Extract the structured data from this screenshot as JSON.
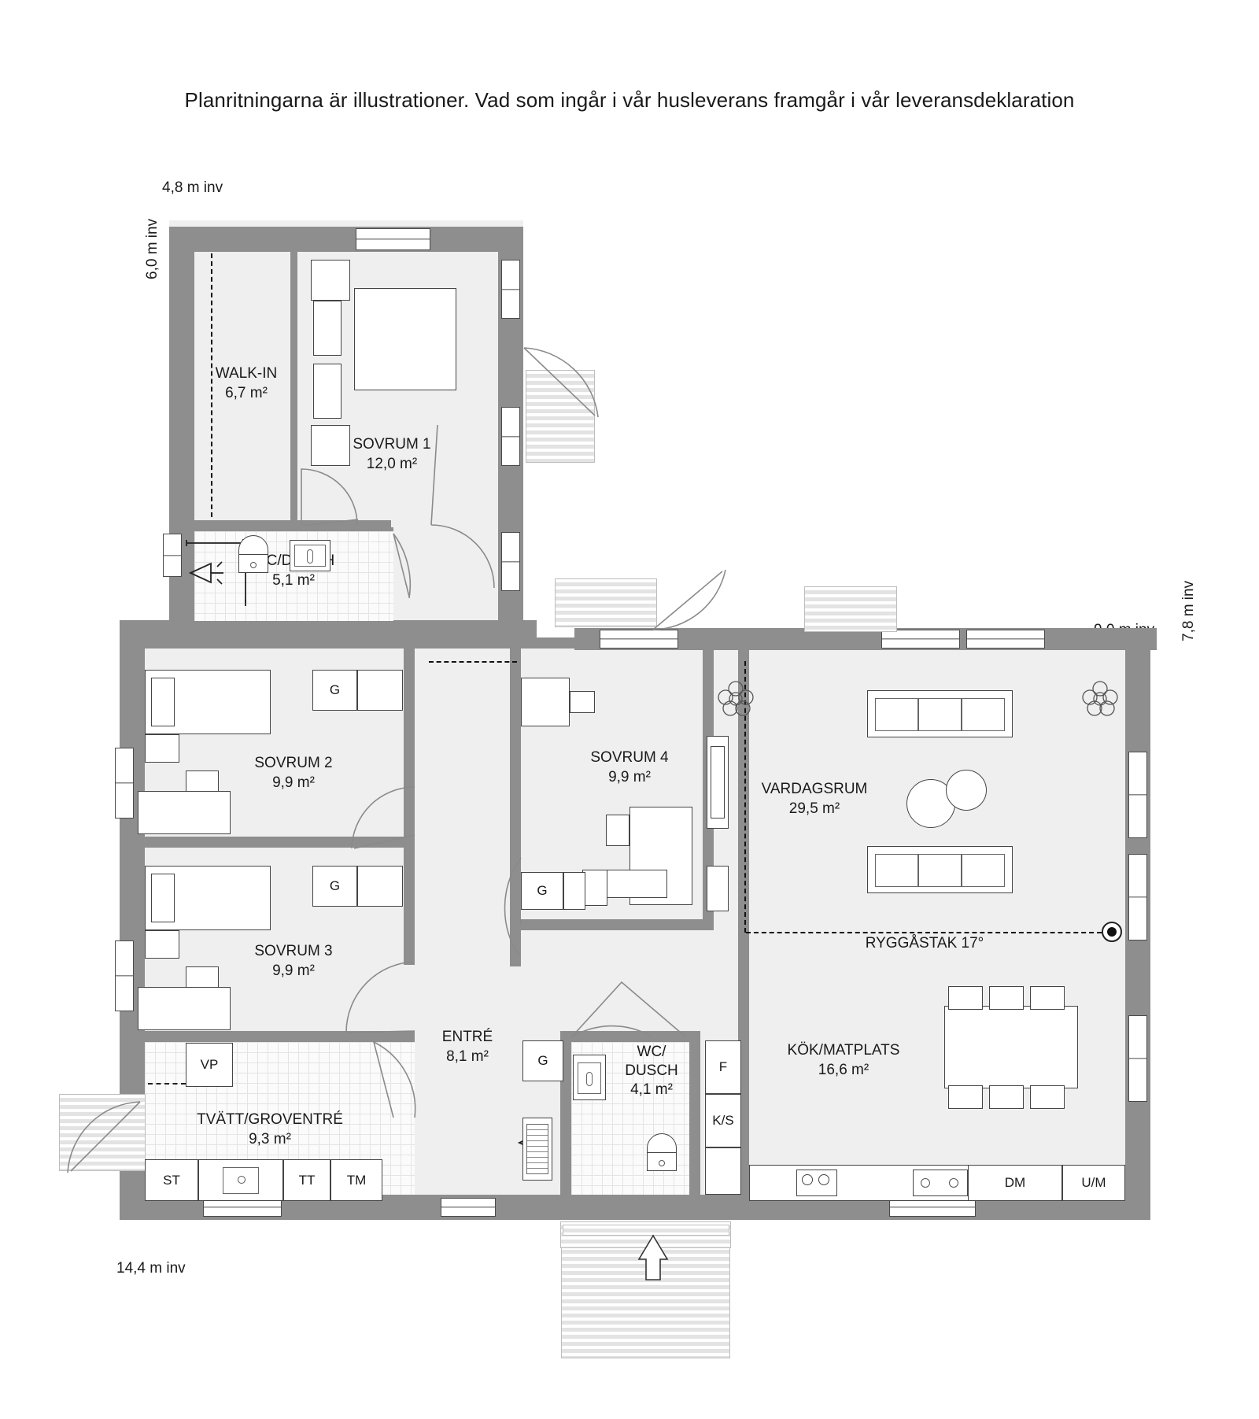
{
  "header": {
    "disclaimer": "Planritningarna är illustrationer. Vad som ingår i vår husleverans framgår i vår leveransdeklaration"
  },
  "dimensions": {
    "top_left_width": "4,8 m inv",
    "left_upper_height": "6,0 m inv",
    "right_width": "9,0 m inv",
    "right_height": "7,8 m inv",
    "bottom_width": "14,4 m inv"
  },
  "roof_note": "RYGGÅSTAK 17°",
  "rooms": [
    {
      "id": "walk-in",
      "name": "WALK-IN",
      "area": "6,7 m²"
    },
    {
      "id": "sovrum1",
      "name": "SOVRUM 1",
      "area": "12,0 m²"
    },
    {
      "id": "wc-dusch-1",
      "name": "WC/DUSCH",
      "area": "5,1 m²"
    },
    {
      "id": "sovrum2",
      "name": "SOVRUM 2",
      "area": "9,9 m²"
    },
    {
      "id": "sovrum3",
      "name": "SOVRUM 3",
      "area": "9,9 m²"
    },
    {
      "id": "sovrum4",
      "name": "SOVRUM 4",
      "area": "9,9 m²"
    },
    {
      "id": "vardagsrum",
      "name": "VARDAGSRUM",
      "area": "29,5 m²"
    },
    {
      "id": "kok",
      "name": "KÖK/MATPLATS",
      "area": "16,6 m²"
    },
    {
      "id": "entre",
      "name": "ENTRÉ",
      "area": "8,1 m²"
    },
    {
      "id": "tvatt",
      "name": "TVÄTT/GROVENTRÉ",
      "area": "9,3 m²"
    },
    {
      "id": "wc-dusch-2",
      "name": "WC/ DUSCH",
      "area": "4,1 m²"
    }
  ],
  "wc2": {
    "line1": "WC/",
    "line2": "DUSCH",
    "area": "4,1 m²"
  },
  "fixtures": {
    "closet_g1": "G",
    "closet_g2": "G",
    "closet_g3": "G",
    "closet_g4": "G",
    "heat_pump": "VP",
    "cabinet_st": "ST",
    "dryer_tt": "TT",
    "washer_tm": "TM",
    "fridge_f": "F",
    "freezer_ks": "K/S",
    "dishwasher_dm": "DM",
    "oven_um": "U/M"
  },
  "colors": {
    "wall": "#8e8e8e",
    "floor": "#efefef",
    "tile": "#fbfbfb",
    "ink": "#1a1a1a",
    "furniture_stroke": "#444444"
  }
}
